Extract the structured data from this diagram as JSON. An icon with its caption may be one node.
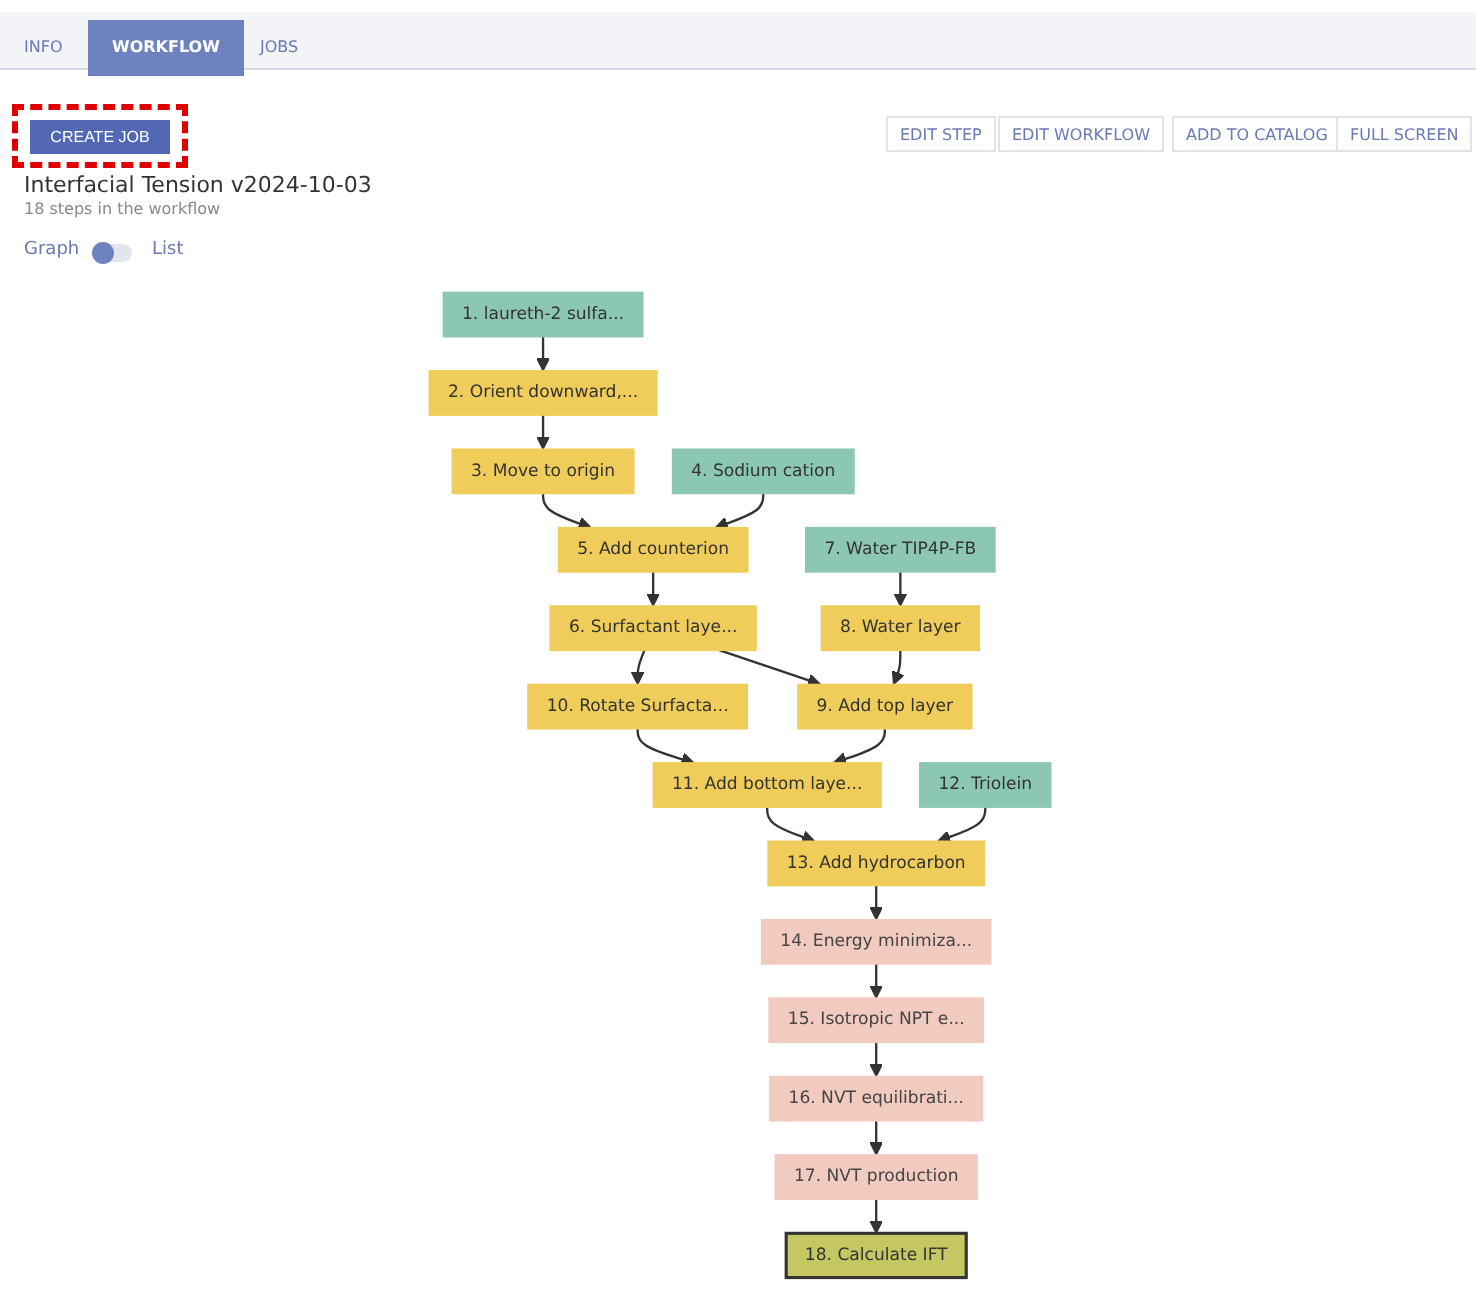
{
  "diagram": {
    "title": "Interfacial Tension v2024-10-03",
    "nodes": [
      {
        "text": [
          "1. laureth-2 sulfa..."
        ]
      },
      {
        "text": [
          "2. Orient downward,..."
        ]
      },
      {
        "text": [
          "3. Move to origin"
        ]
      },
      {
        "text": [
          "4. Sodium cation"
        ]
      },
      {
        "text": [
          "5. Add counterion"
        ]
      },
      {
        "text": [
          "6. Surfactant laye..."
        ]
      },
      {
        "text": [
          "7. Water TIP4P-FB"
        ]
      },
      {
        "text": [
          "8. Water layer"
        ]
      },
      {
        "text": [
          "9. Add top layer"
        ]
      },
      {
        "text": [
          "10. Rotate Surfacta..."
        ]
      },
      {
        "text": [
          "11. Add bottom laye..."
        ]
      },
      {
        "text": [
          "12. Triolein"
        ]
      },
      {
        "text": [
          "13. Add hydrocarbon"
        ]
      },
      {
        "text": [
          "14. Energy minimiza..."
        ]
      },
      {
        "text": [
          "15. Isotropic NPT e..."
        ]
      },
      {
        "text": [
          "16. NVT equilibrati..."
        ]
      },
      {
        "text": [
          "17. NVT production"
        ]
      },
      {
        "text": [
          "18. Calculate IFT"
        ]
      }
    ],
    "edges": [
      {
        "from": 0,
        "to": 1,
        "arrow": "to"
      },
      {
        "from": 1,
        "to": 2,
        "arrow": "to"
      },
      {
        "from": 2,
        "to": 4,
        "arrow": "to"
      },
      {
        "from": 3,
        "to": 4,
        "arrow": "to"
      },
      {
        "from": 4,
        "to": 5,
        "arrow": "to"
      },
      {
        "from": 6,
        "to": 7,
        "arrow": "to"
      },
      {
        "from": 5,
        "to": 9,
        "arrow": "to"
      },
      {
        "from": 5,
        "to": 8,
        "arrow": "to"
      },
      {
        "from": 7,
        "to": 8,
        "arrow": "to"
      },
      {
        "from": 9,
        "to": 10,
        "arrow": "to"
      },
      {
        "from": 8,
        "to": 10,
        "arrow": "to"
      },
      {
        "from": 10,
        "to": 12,
        "arrow": "to"
      },
      {
        "from": 11,
        "to": 12,
        "arrow": "to"
      },
      {
        "from": 12,
        "to": 13,
        "arrow": "to"
      },
      {
        "from": 13,
        "to": 14,
        "arrow": "to"
      },
      {
        "from": 14,
        "to": 15,
        "arrow": "to"
      },
      {
        "from": 15,
        "to": 16,
        "arrow": "to"
      },
      {
        "from": 16,
        "to": 17,
        "arrow": "to"
      }
    ],
    "labels": [
      "INFO",
      "WORKFLOW",
      "JOBS",
      "CREATE JOB",
      "EDIT STEP",
      "EDIT WORKFLOW",
      "ADD TO CATALOG",
      "FULL SCREEN",
      "18 steps in the workflow",
      "Graph",
      "List"
    ]
  }
}
